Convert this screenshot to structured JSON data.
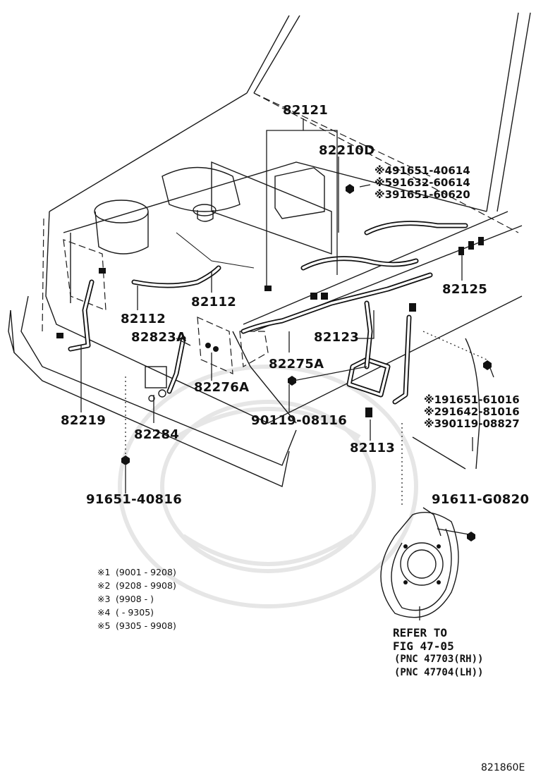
{
  "callouts": {
    "p82121": "82121",
    "p82210D": "82210D",
    "p82125": "82125",
    "p82112a": "82112",
    "p82112b": "82112",
    "p82123": "82123",
    "p82823A": "82823A",
    "p82275A": "82275A",
    "p82276A": "82276A",
    "p82219": "82219",
    "p82284": "82284",
    "p90119_08116": "90119-08116",
    "p82113": "82113",
    "p91651_40816": "91651-40816",
    "p91611_G0820": "91611-G0820"
  },
  "variants_top": [
    {
      "mark": "※4",
      "part": "91651-40614"
    },
    {
      "mark": "※5",
      "part": "91632-60614"
    },
    {
      "mark": "※3",
      "part": "91651-60620"
    }
  ],
  "variants_right": [
    {
      "mark": "※1",
      "part": "91651-61016"
    },
    {
      "mark": "※2",
      "part": "91642-81016"
    },
    {
      "mark": "※3",
      "part": "90119-08827"
    }
  ],
  "legend": [
    {
      "code": "※1",
      "range": "(9001 - 9208)"
    },
    {
      "code": "※2",
      "range": "(9208 - 9908)"
    },
    {
      "code": "※3",
      "range": "(9908 -      )"
    },
    {
      "code": "※4",
      "range": "(      - 9305)"
    },
    {
      "code": "※5",
      "range": "(9305 - 9908)"
    }
  ],
  "refer": {
    "line1": "REFER TO",
    "line2": "FIG 47-05",
    "line3": "(PNC 47703(RH))",
    "line4": "(PNC 47704(LH))"
  },
  "figure_id": "821860E"
}
